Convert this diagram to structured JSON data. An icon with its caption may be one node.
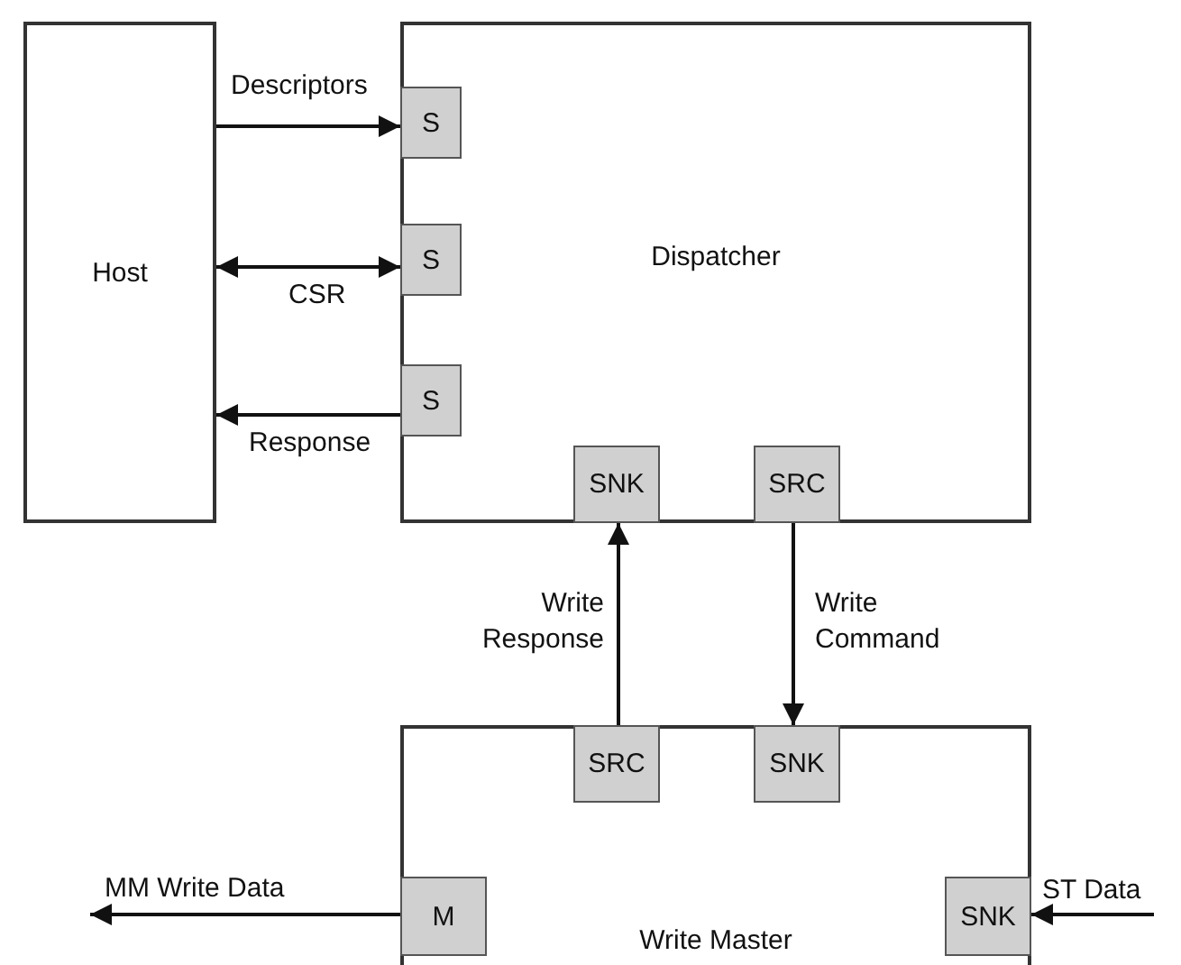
{
  "diagram": {
    "nodes": [
      {
        "text": [
          "Host"
        ]
      },
      {
        "text": [
          "Dispatcher"
        ]
      },
      {
        "text": [
          "S"
        ],
        "in": 1
      },
      {
        "text": [
          "S"
        ],
        "in": 1
      },
      {
        "text": [
          "S"
        ],
        "in": 1
      },
      {
        "text": [
          "SNK"
        ],
        "in": 1
      },
      {
        "text": [
          "SRC"
        ],
        "in": 1
      },
      {
        "text": [
          "Write Master"
        ]
      },
      {
        "text": [
          "SRC"
        ],
        "in": 7
      },
      {
        "text": [
          "SNK"
        ],
        "in": 7
      },
      {
        "text": [
          "M"
        ],
        "in": 7
      },
      {
        "text": [
          "SNK"
        ],
        "in": 7
      }
    ],
    "edges": [
      {
        "from": 0,
        "to": 2,
        "arrow": "to",
        "label": "Descriptors"
      },
      {
        "from": 0,
        "to": 3,
        "arrow": "both",
        "label": "CSR"
      },
      {
        "from": 4,
        "to": 0,
        "arrow": "to",
        "label": "Response"
      },
      {
        "from": 8,
        "to": 5,
        "arrow": "to",
        "label": "Write Response"
      },
      {
        "from": 6,
        "to": 9,
        "arrow": "to",
        "label": "Write Command"
      },
      {
        "from": 10,
        "to": null,
        "arrow": "to",
        "label": "MM Write Data"
      },
      {
        "from": null,
        "to": 11,
        "arrow": "to",
        "label": "ST Data"
      }
    ]
  }
}
